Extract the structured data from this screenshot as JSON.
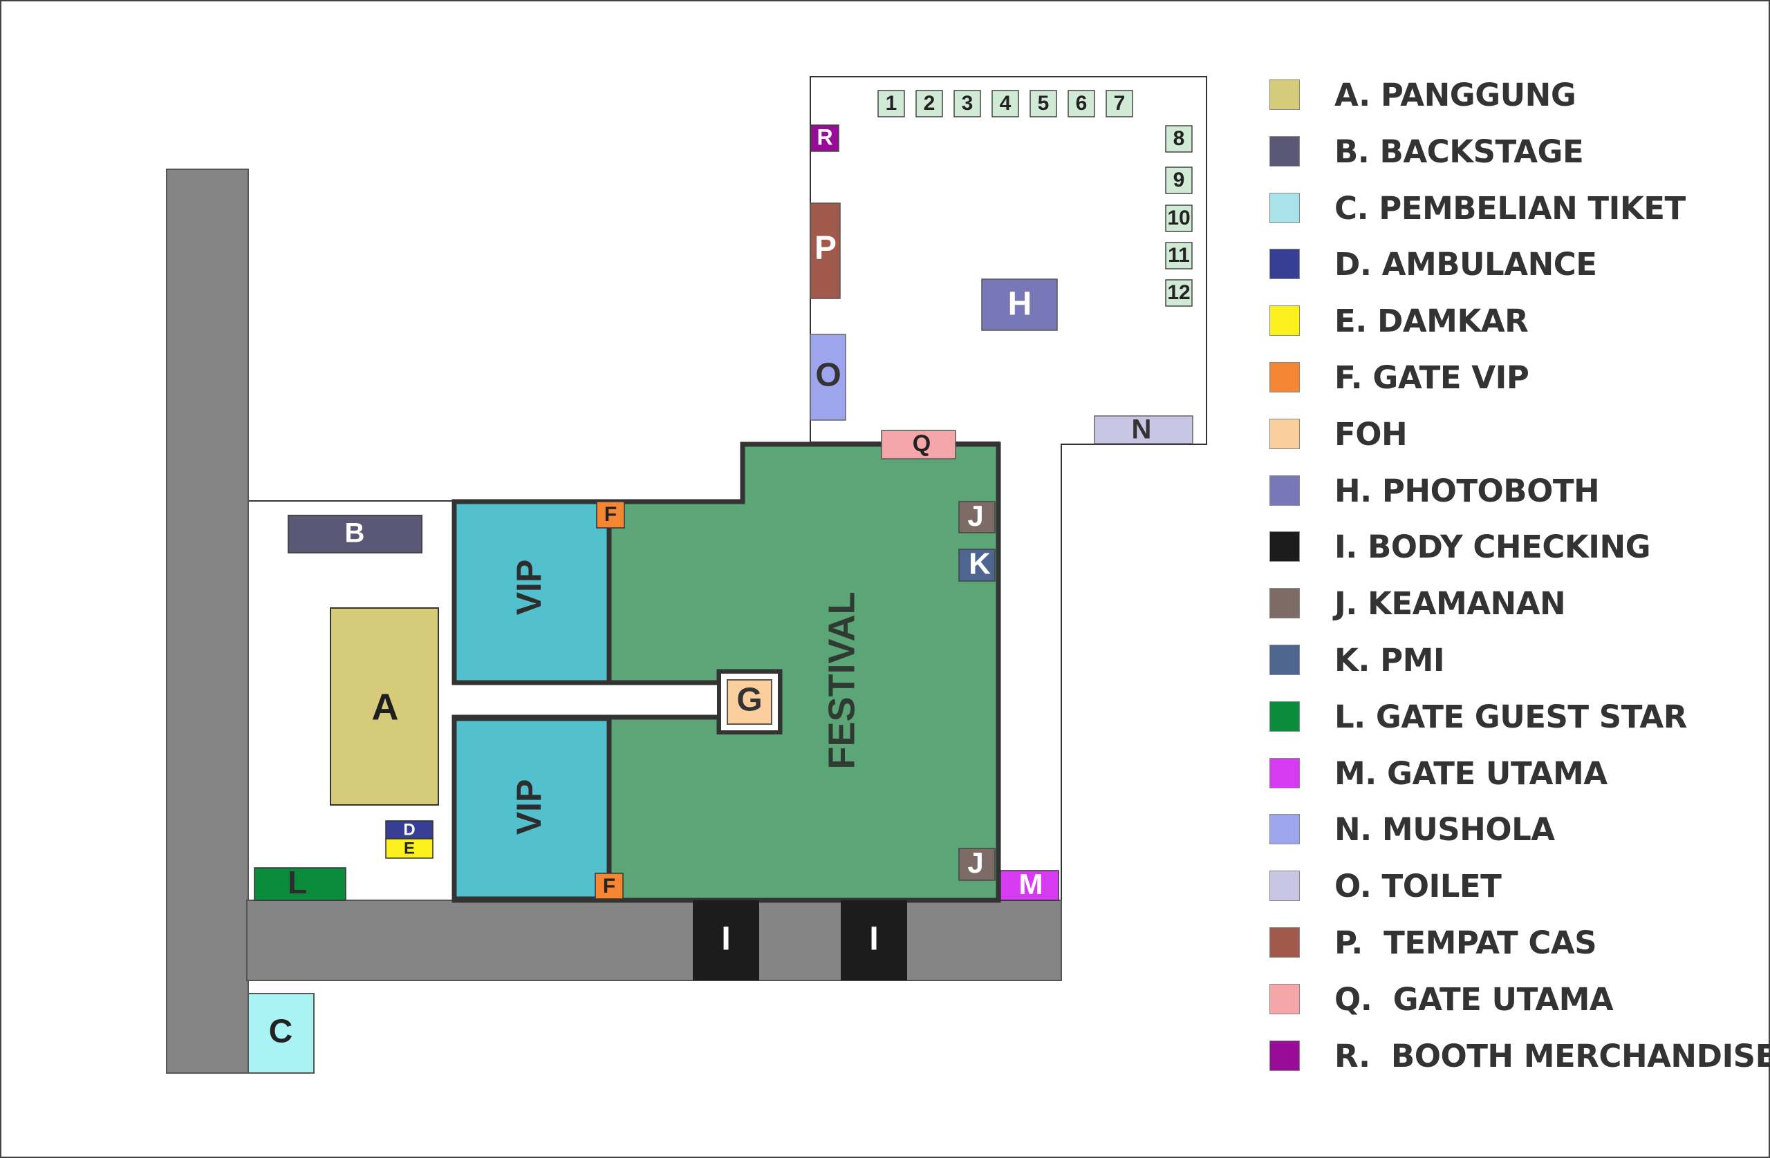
{
  "map": {
    "zones": {
      "festival": "FESTIVAL",
      "vip_top": "VIP",
      "vip_bottom": "VIP",
      "stage": "A",
      "backstage": "B",
      "ticket": "C",
      "ambulance": "D",
      "damkar": "E",
      "gate_vip_top": "F",
      "gate_vip_bottom": "F",
      "foh": "G",
      "photobooth": "H",
      "body_check_1": "I",
      "body_check_2": "I",
      "security_top": "J",
      "security_bottom": "J",
      "pmi": "K",
      "guest_star_gate": "L",
      "main_gate_m": "M",
      "mushola_n": "N",
      "toilet_o": "O",
      "cas_p": "P",
      "main_gate_q": "Q",
      "merch_r": "R"
    },
    "booths": [
      "1",
      "2",
      "3",
      "4",
      "5",
      "6",
      "7",
      "8",
      "9",
      "10",
      "11",
      "12"
    ]
  },
  "legend": [
    {
      "label": "A. PANGGUNG",
      "color": "#d6cb78"
    },
    {
      "label": "B. BACKSTAGE",
      "color": "#5a5874"
    },
    {
      "label": "C. PEMBELIAN TIKET",
      "color": "#a9e3ea"
    },
    {
      "label": "D. AMBULANCE",
      "color": "#363f94"
    },
    {
      "label": "E. DAMKAR",
      "color": "#fbf01b"
    },
    {
      "label": "F. GATE VIP",
      "color": "#f58634"
    },
    {
      "label": "FOH",
      "color": "#fbcf9d"
    },
    {
      "label": "H. PHOTOBOTH",
      "color": "#7878b8"
    },
    {
      "label": "I. BODY CHECKING",
      "color": "#1c1c1c"
    },
    {
      "label": "J. KEAMANAN",
      "color": "#7d6b66"
    },
    {
      "label": "K. PMI",
      "color": "#4e6590"
    },
    {
      "label": "L. GATE GUEST STAR",
      "color": "#0b8c3c"
    },
    {
      "label": "M. GATE UTAMA",
      "color": "#d63bf2"
    },
    {
      "label": "N. MUSHOLA",
      "color": "#9da5ef"
    },
    {
      "label": "O. TOILET",
      "color": "#c8c6e4"
    },
    {
      "label": "P.  TEMPAT CAS",
      "color": "#a0594a"
    },
    {
      "label": "Q.  GATE UTAMA",
      "color": "#f4a6a8"
    },
    {
      "label": "R.  BOOTH MERCHANDISE",
      "color": "#980d98"
    }
  ],
  "colors": {
    "road": "#858585",
    "festival": "#5ba577",
    "vip": "#53c0ce",
    "booth": "#d0ead6"
  }
}
